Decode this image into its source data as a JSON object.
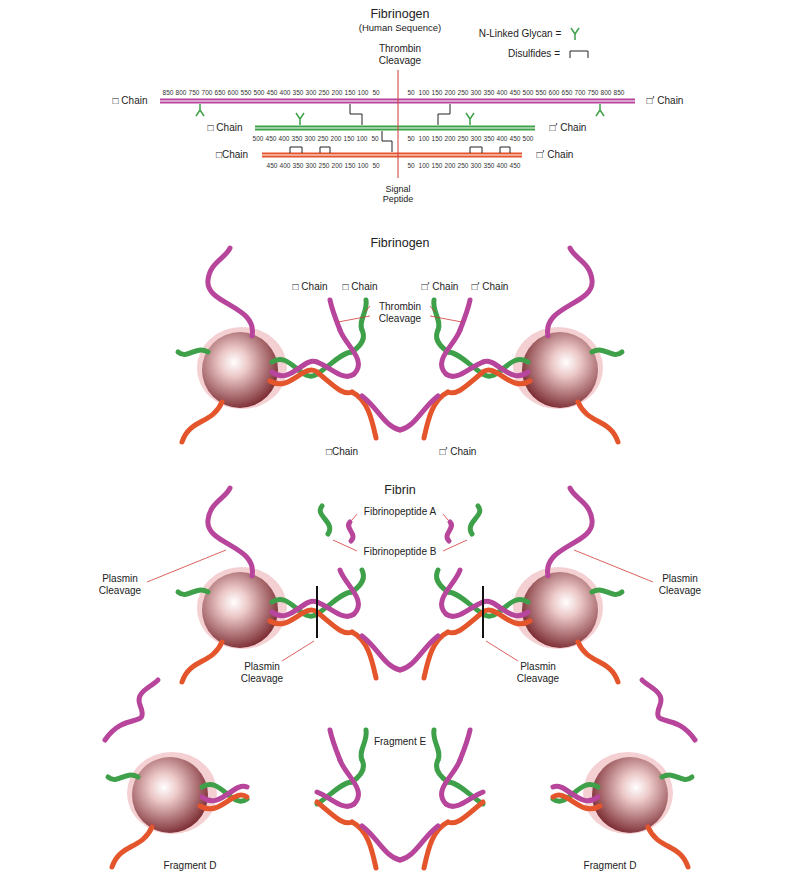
{
  "diagram": {
    "title": "Fibrinogen",
    "labels": [
      "(Human Sequence)",
      "Thrombin Cleavage",
      "□ Chain",
      "□' Chain",
      "□ Chain",
      "□' Chain",
      "□Chain",
      "□' Chain",
      "Signal Peptide",
      "850",
      "800",
      "750",
      "700",
      "650",
      "600",
      "550",
      "500",
      "450",
      "400",
      "350",
      "300",
      "250",
      "200",
      "150",
      "100",
      "50",
      "50",
      "100",
      "150",
      "200",
      "250",
      "300",
      "350",
      "400",
      "450",
      "500",
      "550",
      "600",
      "650",
      "700",
      "750",
      "800",
      "850",
      "500",
      "450",
      "400",
      "350",
      "300",
      "250",
      "200",
      "150",
      "100",
      "50",
      "50",
      "100",
      "150",
      "200",
      "250",
      "300",
      "350",
      "400",
      "450",
      "500",
      "450",
      "400",
      "350",
      "300",
      "250",
      "200",
      "150",
      "100",
      "50",
      "50",
      "100",
      "150",
      "200",
      "250",
      "300",
      "350",
      "400",
      "450",
      "Fibrinogen",
      "□ Chain",
      "□ Chain",
      "□' Chain",
      "□' Chain",
      "Thrombin Cleavage",
      "□Chain",
      "□' Chain",
      "Fibrin",
      "Fibrinopeptide A",
      "Fibrinopeptide B",
      "Plasmin Cleavage",
      "Plasmin Cleavage",
      "Plasmin Cleavage",
      "Plasmin Cleavage",
      "Fragment E",
      "Fragment D",
      "Fragment D"
    ],
    "legend": [
      {
        "text": "N-Linked Glycan ="
      },
      {
        "text": "Disulfides ="
      }
    ]
  }
}
